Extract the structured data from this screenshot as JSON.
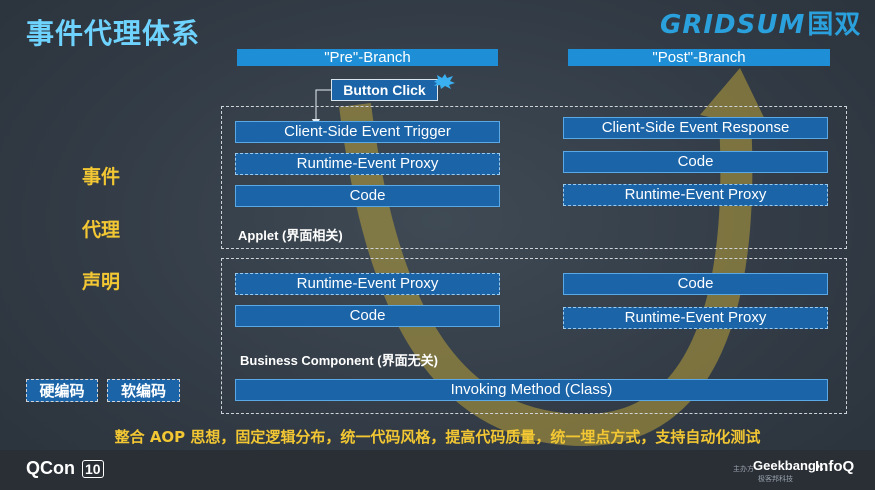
{
  "title": "事件代理体系",
  "logo": {
    "latin": "GRIDSUM",
    "chinese": "国双"
  },
  "branches": {
    "pre": "\"Pre\"-Branch",
    "post": "\"Post\"-Branch"
  },
  "button_click": "Button Click",
  "applet": {
    "label": "Applet (界面相关)",
    "left": [
      "Client-Side Event Trigger",
      "Runtime-Event Proxy",
      "Code"
    ],
    "right": [
      "Client-Side Event Response",
      "Code",
      "Runtime-Event Proxy"
    ]
  },
  "business": {
    "label": "Business Component (界面无关)",
    "left": [
      "Runtime-Event Proxy",
      "Code"
    ],
    "right": [
      "Code",
      "Runtime-Event Proxy"
    ]
  },
  "invoking": "Invoking Method (Class)",
  "side_labels": [
    "事件",
    "代理",
    "声明"
  ],
  "tags": [
    "硬编码",
    "软编码"
  ],
  "footer": "整合 AOP 思想，固定逻辑分布，统一代码风格，提高代码质量，统一埋点方式，支持自动化测试",
  "bottom": {
    "qcon": "QCon",
    "qcon_mark": "10",
    "sponsor": "主办方",
    "geekbang": "Geekbang›.",
    "geekbang_sub": "极客邦科技",
    "infoq": "InfoQ"
  },
  "colors": {
    "accent": "#6fd3ff",
    "box": "#1b64a8",
    "highlight": "#f2c733",
    "logo": "#2aa0dc"
  }
}
